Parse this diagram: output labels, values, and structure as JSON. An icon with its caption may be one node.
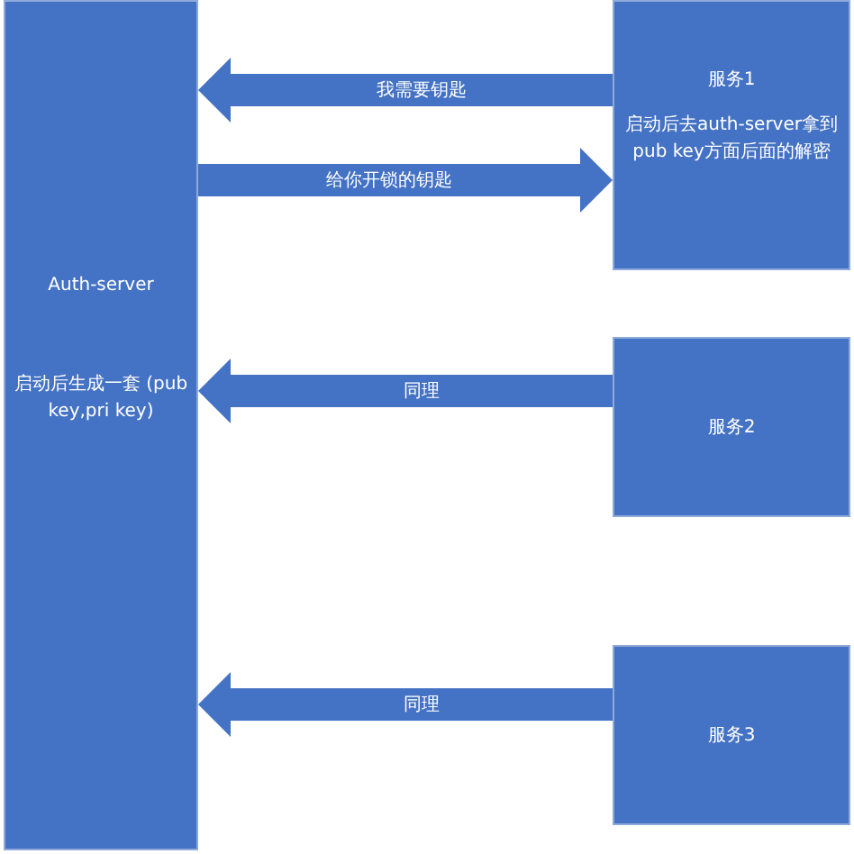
{
  "diagram": {
    "nodes": [
      {
        "text": [
          "Auth-server",
          "启动后生成一套 (pub key,pri key)"
        ]
      },
      {
        "text": [
          "服务1",
          "启动后去auth-server拿到pub key方面后面的解密"
        ]
      },
      {
        "text": [
          "服务2"
        ]
      },
      {
        "text": [
          "服务3"
        ]
      }
    ],
    "edges": [
      {
        "from": 1,
        "to": 0,
        "arrow": "to",
        "label": "我需要钥匙"
      },
      {
        "from": 0,
        "to": 1,
        "arrow": "to",
        "label": "给你开锁的钥匙"
      },
      {
        "from": 2,
        "to": 0,
        "arrow": "to",
        "label": "同理"
      },
      {
        "from": 3,
        "to": 0,
        "arrow": "to",
        "label": "同理"
      }
    ]
  }
}
